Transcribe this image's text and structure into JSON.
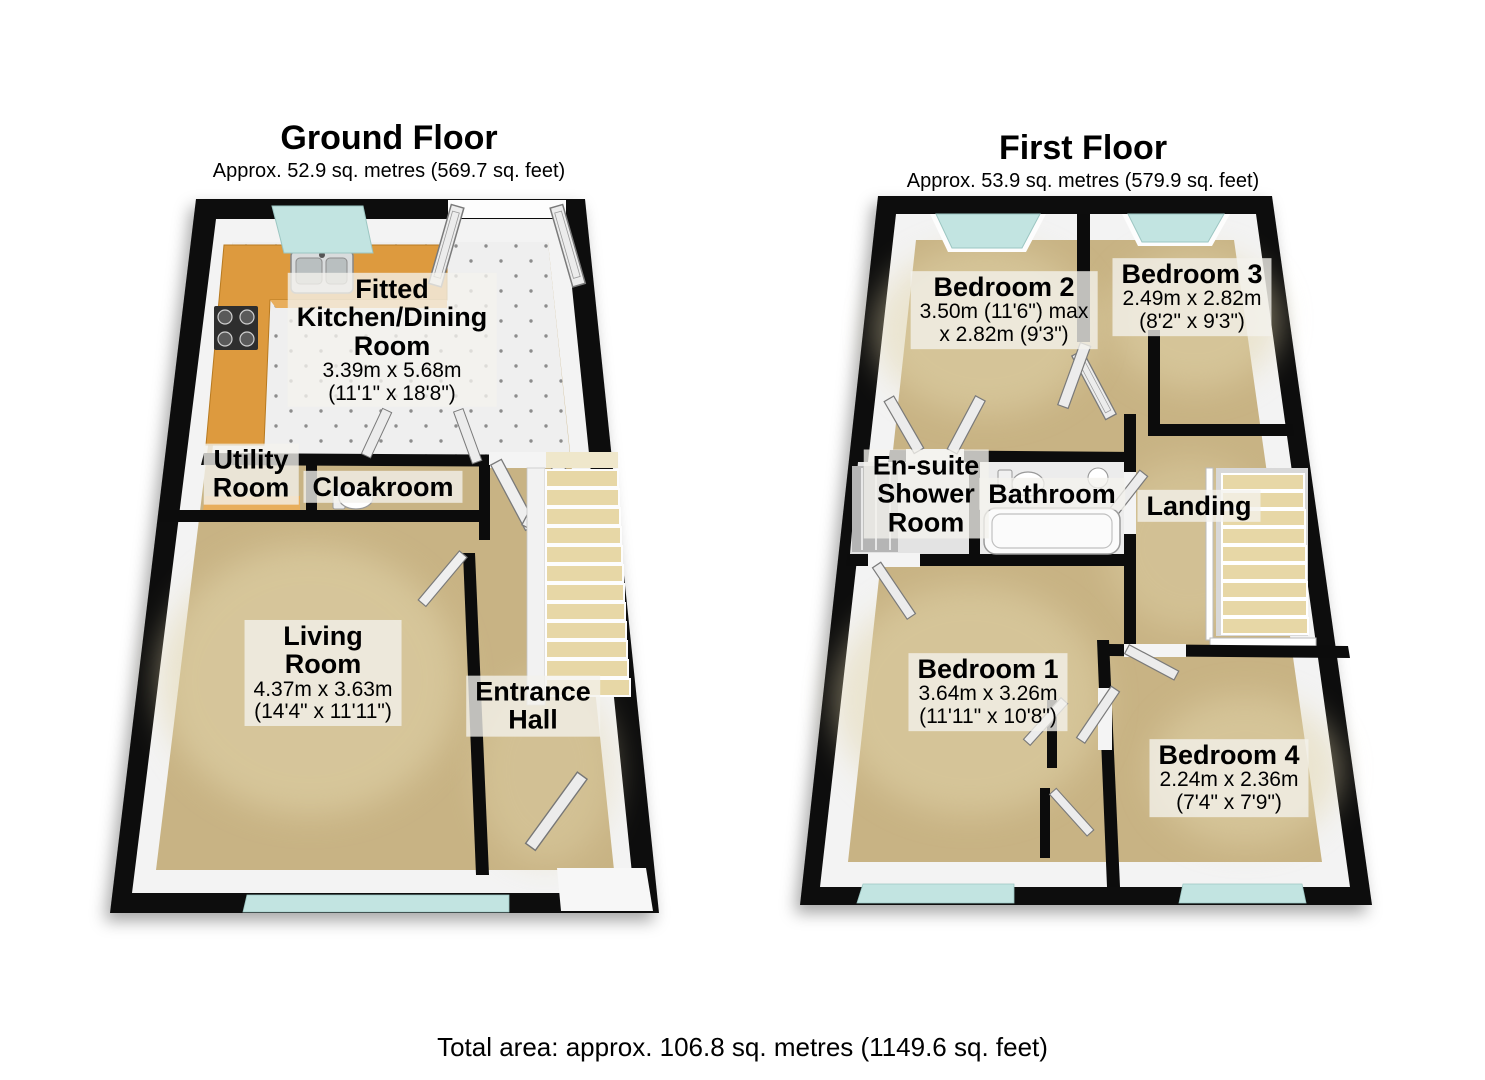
{
  "colors": {
    "wall": "#0c0c0c",
    "inner-wall": "#f3f3f3",
    "floor-beige": "#c8b384",
    "floor-beige-light": "#e2d5ac",
    "kitchen-floor": "#efefef",
    "counter": "#dd9a3e",
    "counter-light": "#e8ae5c",
    "window-glass": "#c2e4e1",
    "stair": "#e7d7a6",
    "label-bg": "rgba(244,242,237,0.78)"
  },
  "ground_floor": {
    "title": "Ground Floor",
    "subtitle": "Approx. 52.9 sq. metres (569.7 sq. feet)",
    "rooms": {
      "kitchen": {
        "name": "Fitted\nKitchen/Dining\nRoom",
        "dims": "3.39m x 5.68m\n(11'1\" x 18'8\")"
      },
      "utility": {
        "name": "Utility\nRoom"
      },
      "cloakroom": {
        "name": "Cloakroom"
      },
      "living": {
        "name": "Living\nRoom",
        "dims": "4.37m x 3.63m\n(14'4\" x 11'11\")"
      },
      "hall": {
        "name": "Entrance\nHall"
      }
    }
  },
  "first_floor": {
    "title": "First Floor",
    "subtitle": "Approx. 53.9 sq. metres (579.9 sq. feet)",
    "rooms": {
      "bedroom2": {
        "name": "Bedroom 2",
        "dims": "3.50m (11'6\") max\nx 2.82m (9'3\")"
      },
      "bedroom3": {
        "name": "Bedroom 3",
        "dims": "2.49m x 2.82m\n(8'2\" x 9'3\")"
      },
      "ensuite": {
        "name": "En-suite\nShower\nRoom"
      },
      "bathroom": {
        "name": "Bathroom"
      },
      "landing": {
        "name": "Landing"
      },
      "bedroom1": {
        "name": "Bedroom 1",
        "dims": "3.64m x 3.26m\n(11'11\" x 10'8\")"
      },
      "bedroom4": {
        "name": "Bedroom 4",
        "dims": "2.24m x 2.36m\n(7'4\" x 7'9\")"
      }
    }
  },
  "footer": {
    "total_area": "Total area: approx. 106.8 sq. metres (1149.6 sq. feet)"
  }
}
